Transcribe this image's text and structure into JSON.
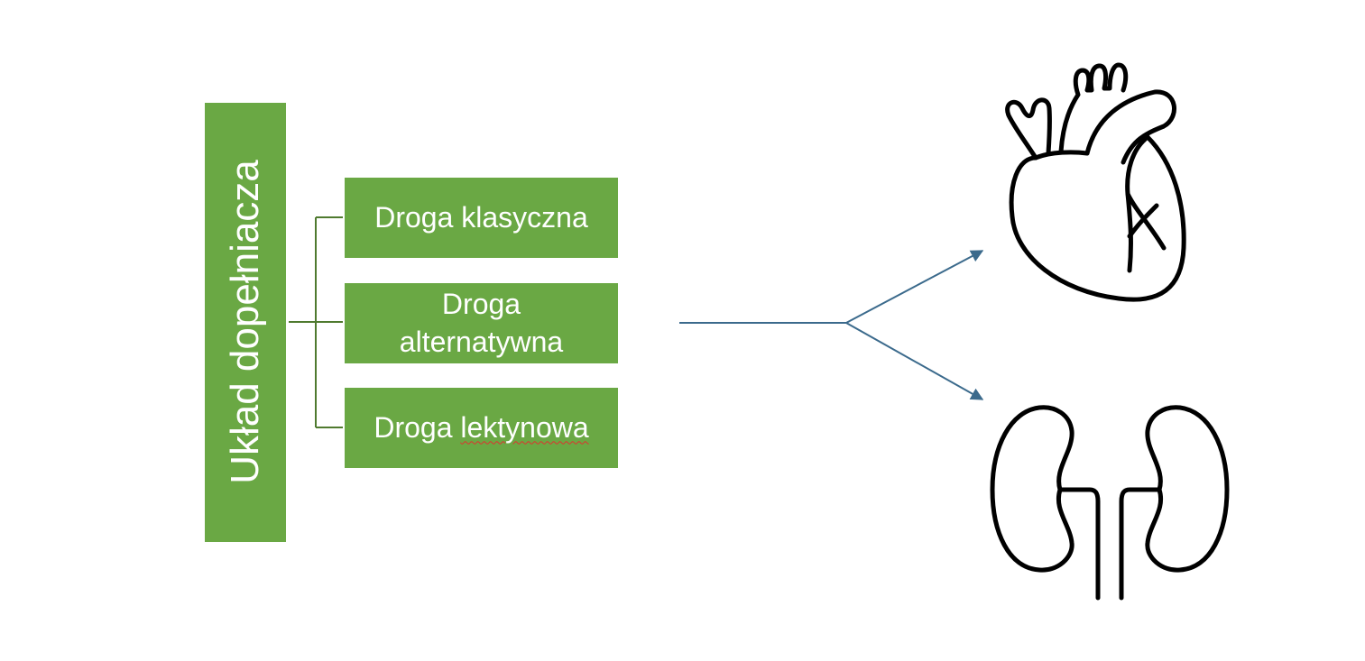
{
  "diagram": {
    "root": {
      "label": "Układ dopełniacza"
    },
    "paths": [
      {
        "label": "Droga klasyczna",
        "prefix": "",
        "marked_word": ""
      },
      {
        "label": "Droga alternatywna",
        "prefix": "",
        "marked_word": ""
      },
      {
        "label": "Droga lektynowa",
        "prefix": "Droga ",
        "marked_word": "lektynowa"
      }
    ],
    "targets": [
      {
        "icon": "heart-icon"
      },
      {
        "icon": "kidneys-icon"
      }
    ]
  },
  "colors": {
    "box_fill": "#6aa844",
    "box_text": "#ffffff",
    "connector": "#4f7a2f",
    "arrow": "#3b6a8c",
    "icon_stroke": "#000000",
    "spellcheck_underline": "#e0312e"
  }
}
